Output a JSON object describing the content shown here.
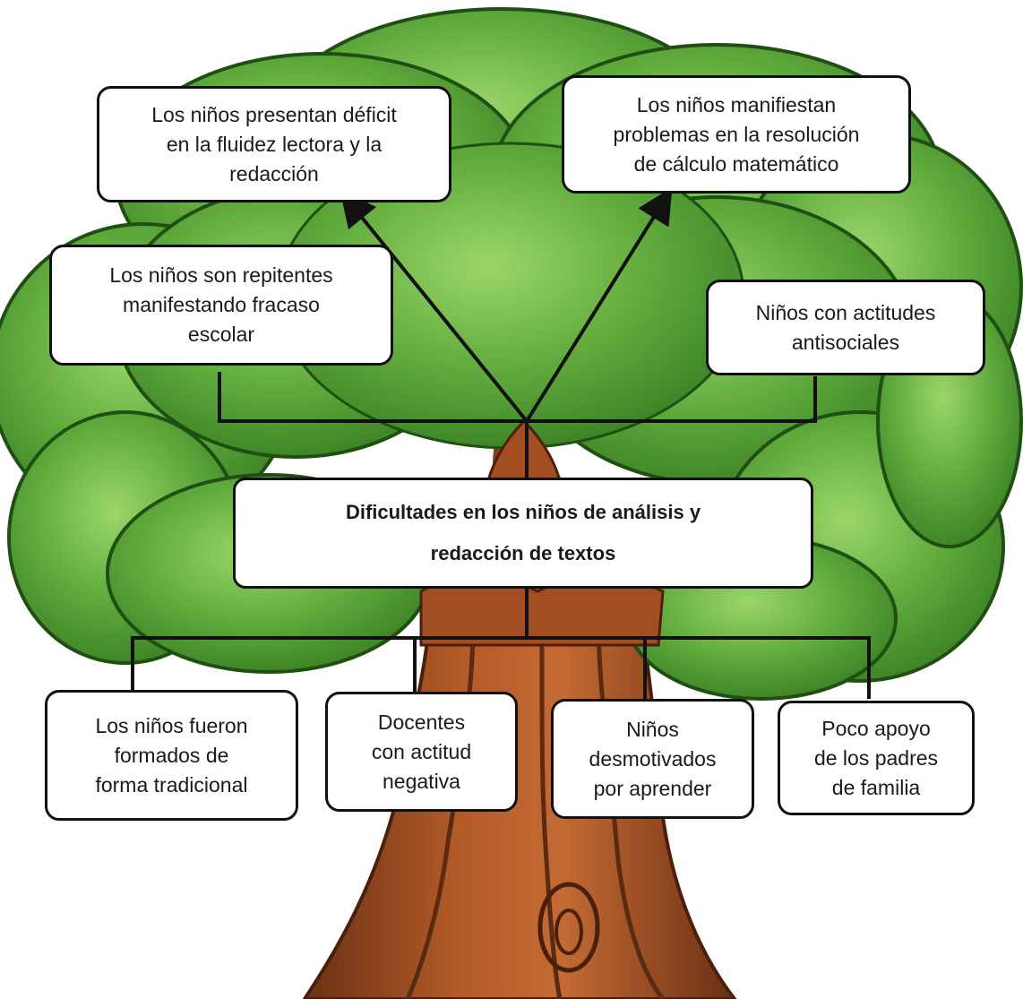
{
  "colors": {
    "foliage_dark": "#2f6f1e",
    "foliage_mid": "#5aa33a",
    "foliage_light": "#8ccc5c",
    "trunk_dark": "#5a2a12",
    "trunk_mid": "#9a4a20",
    "trunk_light": "#c66a34",
    "line": "#111111",
    "box_fill": "#ffffff"
  },
  "center": {
    "text": "Dificultades en los niños de análisis y\nredacción de textos"
  },
  "effects": [
    {
      "id": "fluidez",
      "text": "Los niños presentan déficit\nen la fluidez lectora y la\nredacción"
    },
    {
      "id": "calculo",
      "text": "Los niños manifiestan\nproblemas en la resolución\nde cálculo matemático"
    },
    {
      "id": "repitentes",
      "text": "Los niños son repitentes\nmanifestando fracaso\nescolar"
    },
    {
      "id": "antisociales",
      "text": "Niños con actitudes\nantisociales"
    }
  ],
  "causes": [
    {
      "id": "tradicional",
      "text": "Los niños fueron\nformados de\nforma tradicional"
    },
    {
      "id": "docentes",
      "text": "Docentes\ncon actitud\nnegativa"
    },
    {
      "id": "desmotivados",
      "text": "Niños\ndesmotivados\npor aprender"
    },
    {
      "id": "padres",
      "text": "Poco apoyo\nde los padres\nde familia"
    }
  ]
}
